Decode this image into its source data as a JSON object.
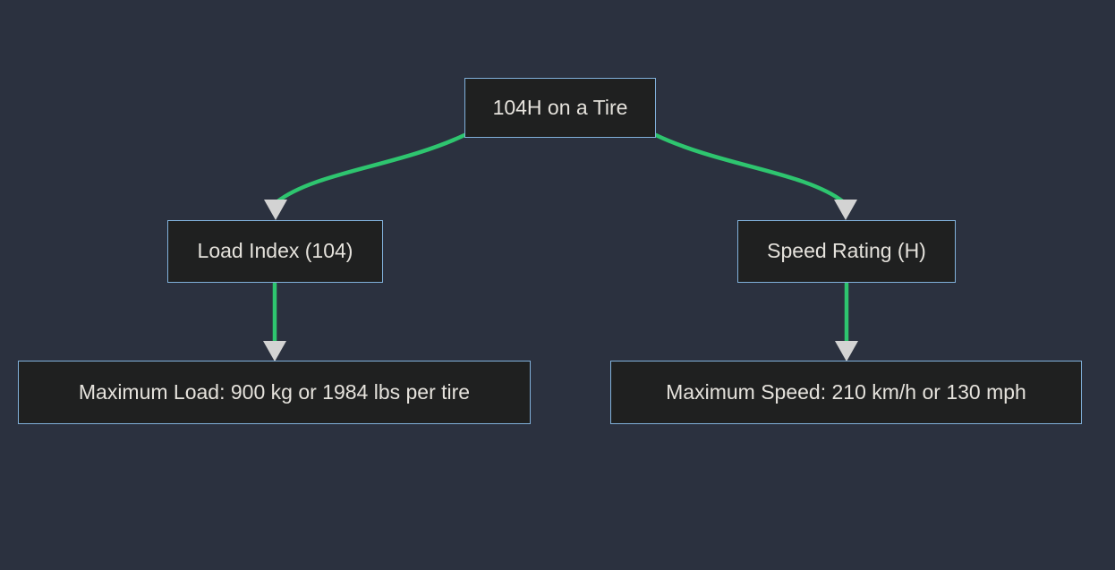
{
  "diagram": {
    "type": "flowchart",
    "direction": "top-down",
    "theme": {
      "background": "#2b313f",
      "node_fill": "#1f2020",
      "node_border": "#81b1db",
      "node_text": "#e5e2dc",
      "edge": "#2ec56f",
      "arrowhead": "#d3d3d3"
    },
    "nodes": [
      {
        "id": "root",
        "label": "104H on a Tire"
      },
      {
        "id": "load-index",
        "label": "Load Index (104)"
      },
      {
        "id": "speed-rating",
        "label": "Speed Rating (H)"
      },
      {
        "id": "max-load",
        "label": "Maximum Load: 900 kg or 1984 lbs per tire"
      },
      {
        "id": "max-speed",
        "label": "Maximum Speed: 210 km/h or 130 mph"
      }
    ],
    "edges": [
      {
        "from": "root",
        "to": "load-index"
      },
      {
        "from": "root",
        "to": "speed-rating"
      },
      {
        "from": "load-index",
        "to": "max-load"
      },
      {
        "from": "speed-rating",
        "to": "max-speed"
      }
    ]
  }
}
